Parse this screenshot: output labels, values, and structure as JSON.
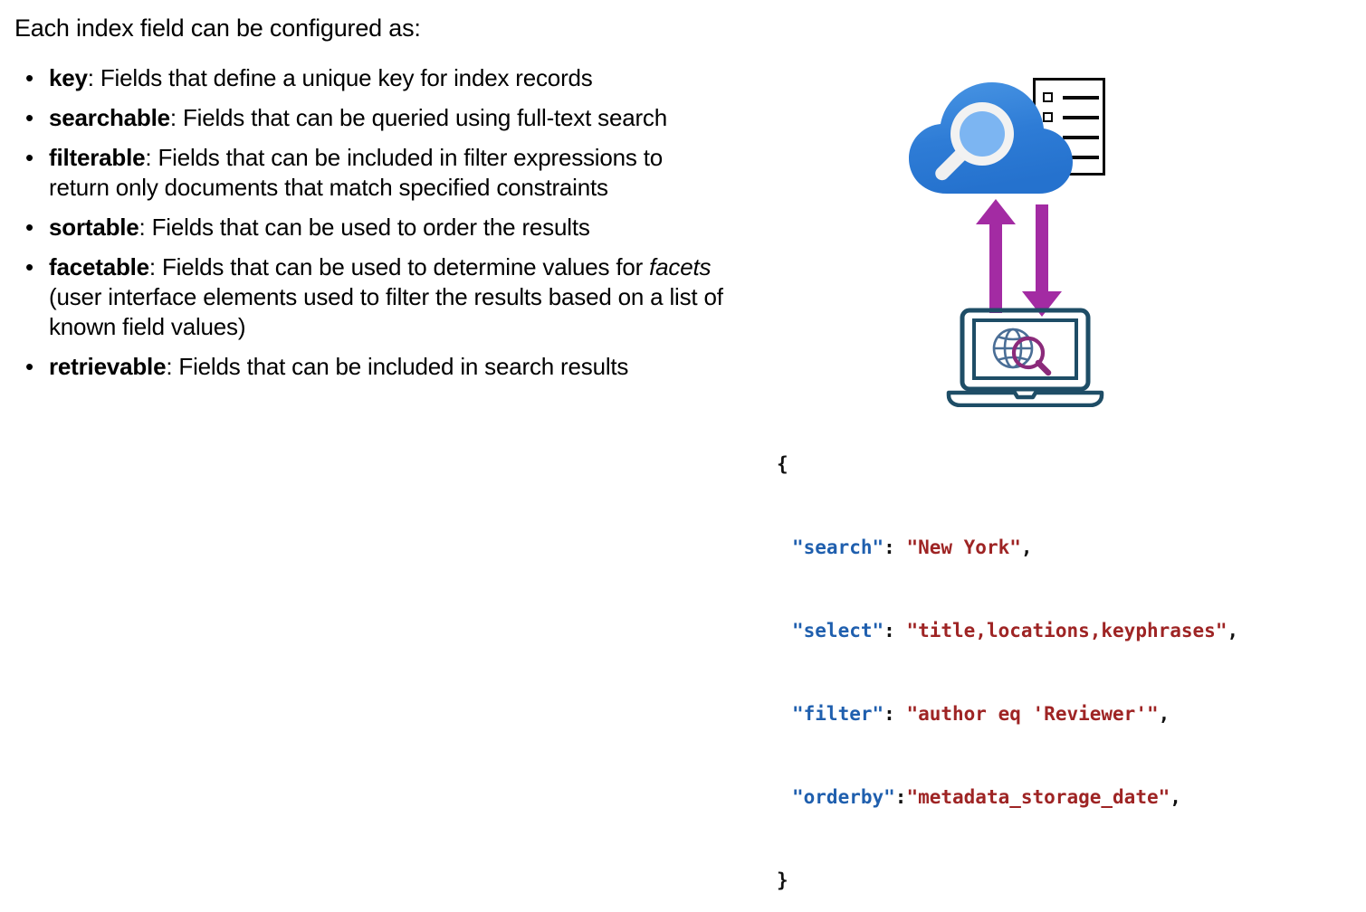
{
  "slide": {
    "intro": "Each index field can be configured as:",
    "bullet_marker": "•",
    "bullets": [
      {
        "term": "key",
        "separator": ": ",
        "text": "Fields that define a unique key for index records"
      },
      {
        "term": "searchable",
        "separator": ": ",
        "text": "Fields that can be queried using full-text search"
      },
      {
        "term": "filterable",
        "separator": ": ",
        "text": "Fields that can be included in filter expressions to return only documents that match specified constraints"
      },
      {
        "term": "sortable",
        "separator": ": ",
        "text": "Fields that can be used to order the results"
      },
      {
        "term": "facetable",
        "separator": ": ",
        "text_before_em": "Fields that can be used to determine values for ",
        "em": "facets",
        "text_after_em": " (user interface elements used to filter the results based on a list of known field values)"
      },
      {
        "term": "retrievable",
        "separator": ": ",
        "text": "Fields that can be included in search results"
      }
    ]
  },
  "code": {
    "open_brace": "{",
    "close_brace": "}",
    "lines": [
      {
        "key": "\"search\"",
        "colon": ": ",
        "value": "\"New York\"",
        "comma": ","
      },
      {
        "key": "\"select\"",
        "colon": ": ",
        "value": "\"title,locations,keyphrases\"",
        "comma": ","
      },
      {
        "key": "\"filter\"",
        "colon": ": ",
        "value": "\"author eq 'Reviewer'\"",
        "comma": ","
      },
      {
        "key": "\"orderby\"",
        "colon": ":",
        "value": "\"metadata_storage_date\"",
        "comma": ","
      }
    ]
  },
  "diagram": {
    "cloud_label": "cloud-search-service",
    "document_label": "index-schema-document",
    "arrow_up_label": "query-request-arrow",
    "arrow_down_label": "results-response-arrow",
    "laptop_label": "client-laptop",
    "colors": {
      "cloud_blue": "#2E7CD6",
      "cloud_blue_light": "#6FAEEE",
      "lens_blue": "#7CB5F2",
      "arrow_purple": "#A32BA3",
      "laptop_teal": "#1E4D66",
      "globe_steel": "#4A6E96",
      "magnifier_purple": "#8B2A7A",
      "doc_outline": "#0A0A0A",
      "json_key": "#1F5FAE",
      "json_value": "#9E2424",
      "json_punct": "#111111"
    }
  }
}
